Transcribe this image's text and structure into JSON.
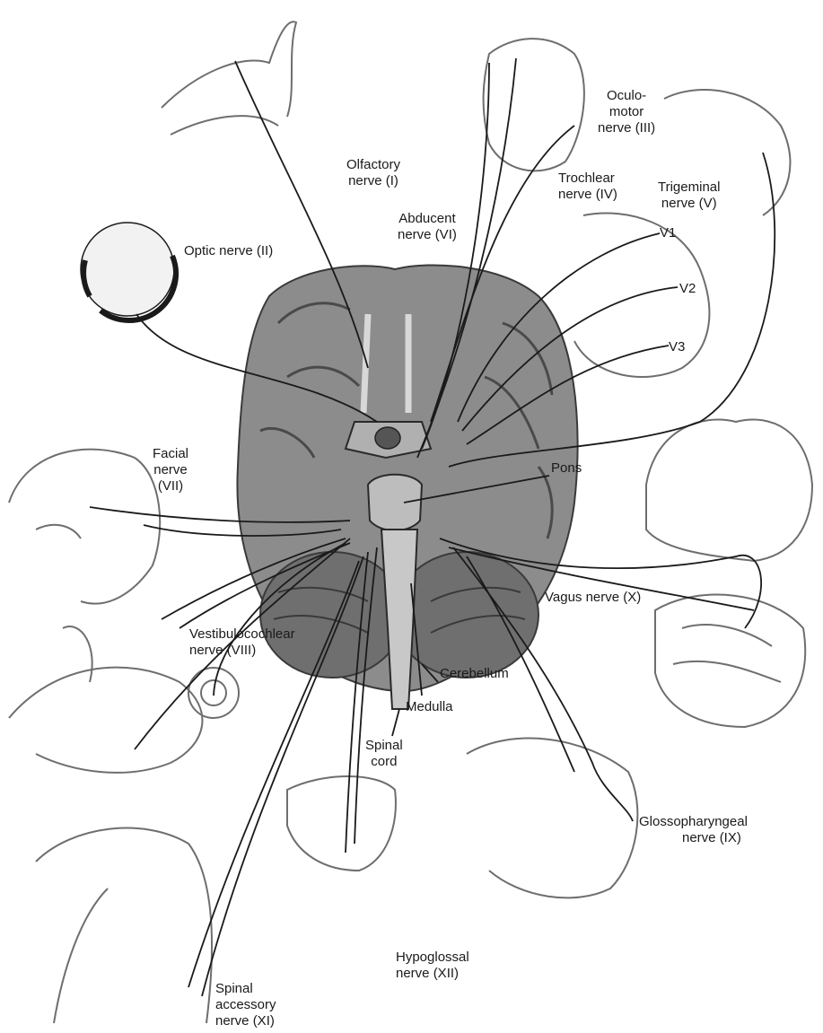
{
  "labels": {
    "olfactory": [
      "Olfactory",
      "nerve (I)"
    ],
    "optic": [
      "Optic nerve (II)"
    ],
    "oculomotor": [
      "Oculo-",
      "motor",
      "nerve (III)"
    ],
    "trochlear": [
      "Trochlear",
      "nerve (IV)"
    ],
    "trigeminal": [
      "Trigeminal",
      "nerve (V)"
    ],
    "abducent": [
      "Abducent",
      "nerve (VI)"
    ],
    "v1": "V1",
    "v2": "V2",
    "v3": "V3",
    "facial": [
      "Facial",
      "nerve",
      "(VII)"
    ],
    "pons": "Pons",
    "vagus": "Vagus nerve (X)",
    "vestibulocochlear": [
      "Vestibulocochlear",
      "nerve (VIII)"
    ],
    "cerebellum": "Cerebellum",
    "medulla": "Medulla",
    "spinal_cord": [
      "Spinal",
      "cord"
    ],
    "glossopharyngeal": [
      "Glossopharyngeal",
      "nerve (IX)"
    ],
    "hypoglossal": [
      "Hypoglossal",
      "nerve (XII)"
    ],
    "spinal_accessory": [
      "Spinal",
      "accessory",
      "nerve (XI)"
    ]
  },
  "colors": {
    "line": "#1a1a1a",
    "brain_fill": "#8c8c8c",
    "brain_dark": "#4a4a4a",
    "sketch": "#6e6e6e",
    "background": "#ffffff"
  }
}
